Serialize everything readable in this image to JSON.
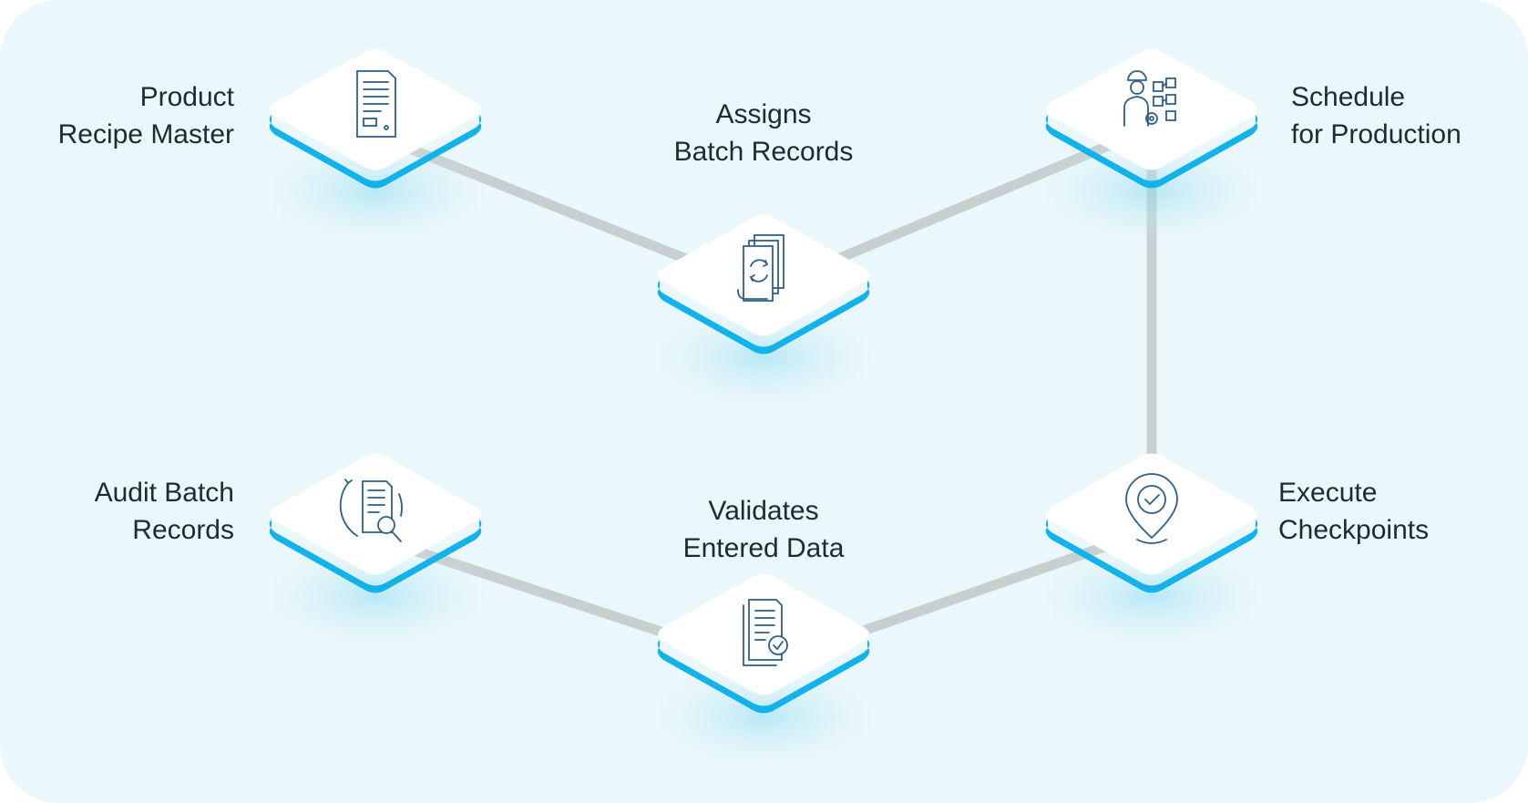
{
  "colors": {
    "background": "#eaf7fb",
    "connector": "#c7cfd0",
    "tile_top": "#ffffff",
    "tile_edge": "#12b3ea",
    "icon_stroke": "#2d5f86",
    "text": "#1f2a33"
  },
  "steps": [
    {
      "key": "recipe",
      "icon": "document-list-icon",
      "label_lines": [
        "Product",
        "Recipe Master"
      ]
    },
    {
      "key": "assign",
      "icon": "stacked-documents-sync-icon",
      "label_lines": [
        "Assigns",
        "Batch Records"
      ]
    },
    {
      "key": "schedule",
      "icon": "worker-planning-board-icon",
      "label_lines": [
        "Schedule",
        "for Production"
      ]
    },
    {
      "key": "execute",
      "icon": "location-pin-check-icon",
      "label_lines": [
        "Execute",
        "Checkpoints"
      ]
    },
    {
      "key": "validate",
      "icon": "document-verified-icon",
      "label_lines": [
        "Validates",
        "Entered Data"
      ]
    },
    {
      "key": "audit",
      "icon": "document-magnifier-icon",
      "label_lines": [
        "Audit Batch",
        "Records"
      ]
    }
  ]
}
